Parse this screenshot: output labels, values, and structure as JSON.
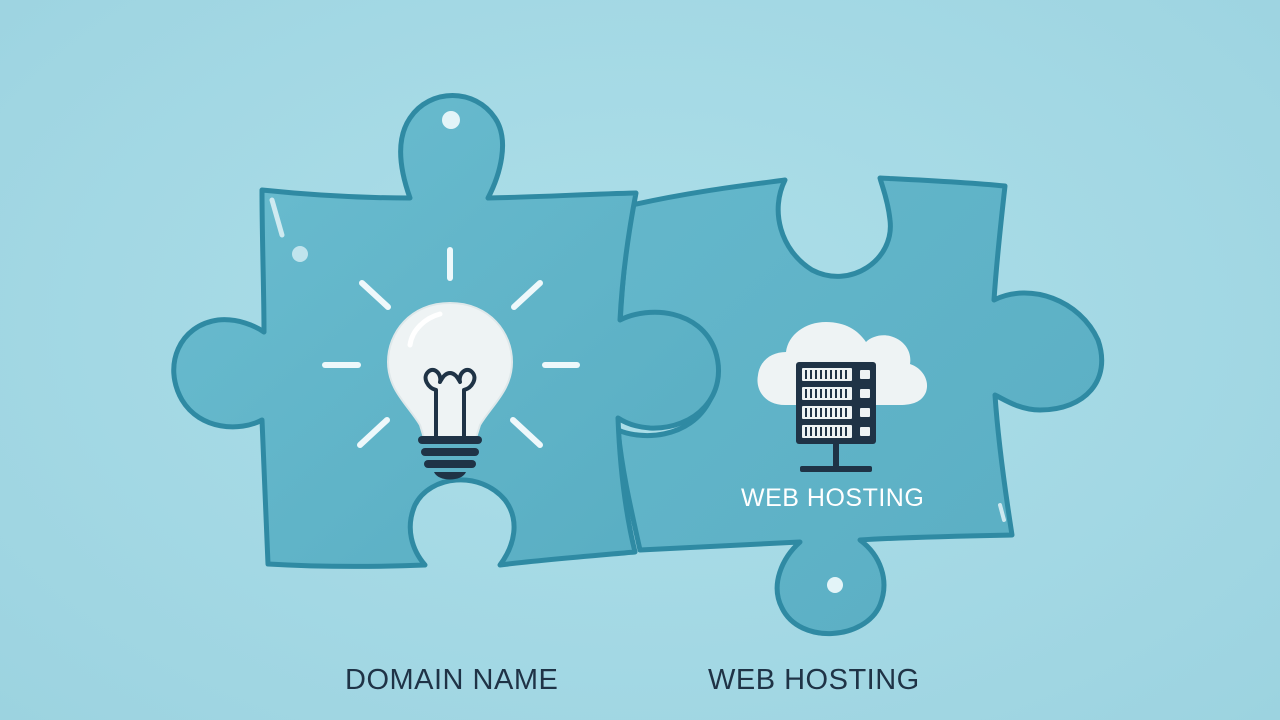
{
  "pieces": {
    "left": {
      "icon": "lightbulb-icon"
    },
    "right": {
      "icon": "cloud-server-icon",
      "label": "WEB HOSTING"
    }
  },
  "captions": {
    "domain": "DOMAIN NAME",
    "hosting": "WEB HOSTING"
  },
  "colors": {
    "background": "#a6dbe6",
    "piece_fill": "#5fb4c8",
    "piece_outline": "#2f8aa3",
    "text_dark": "#1f3346"
  }
}
